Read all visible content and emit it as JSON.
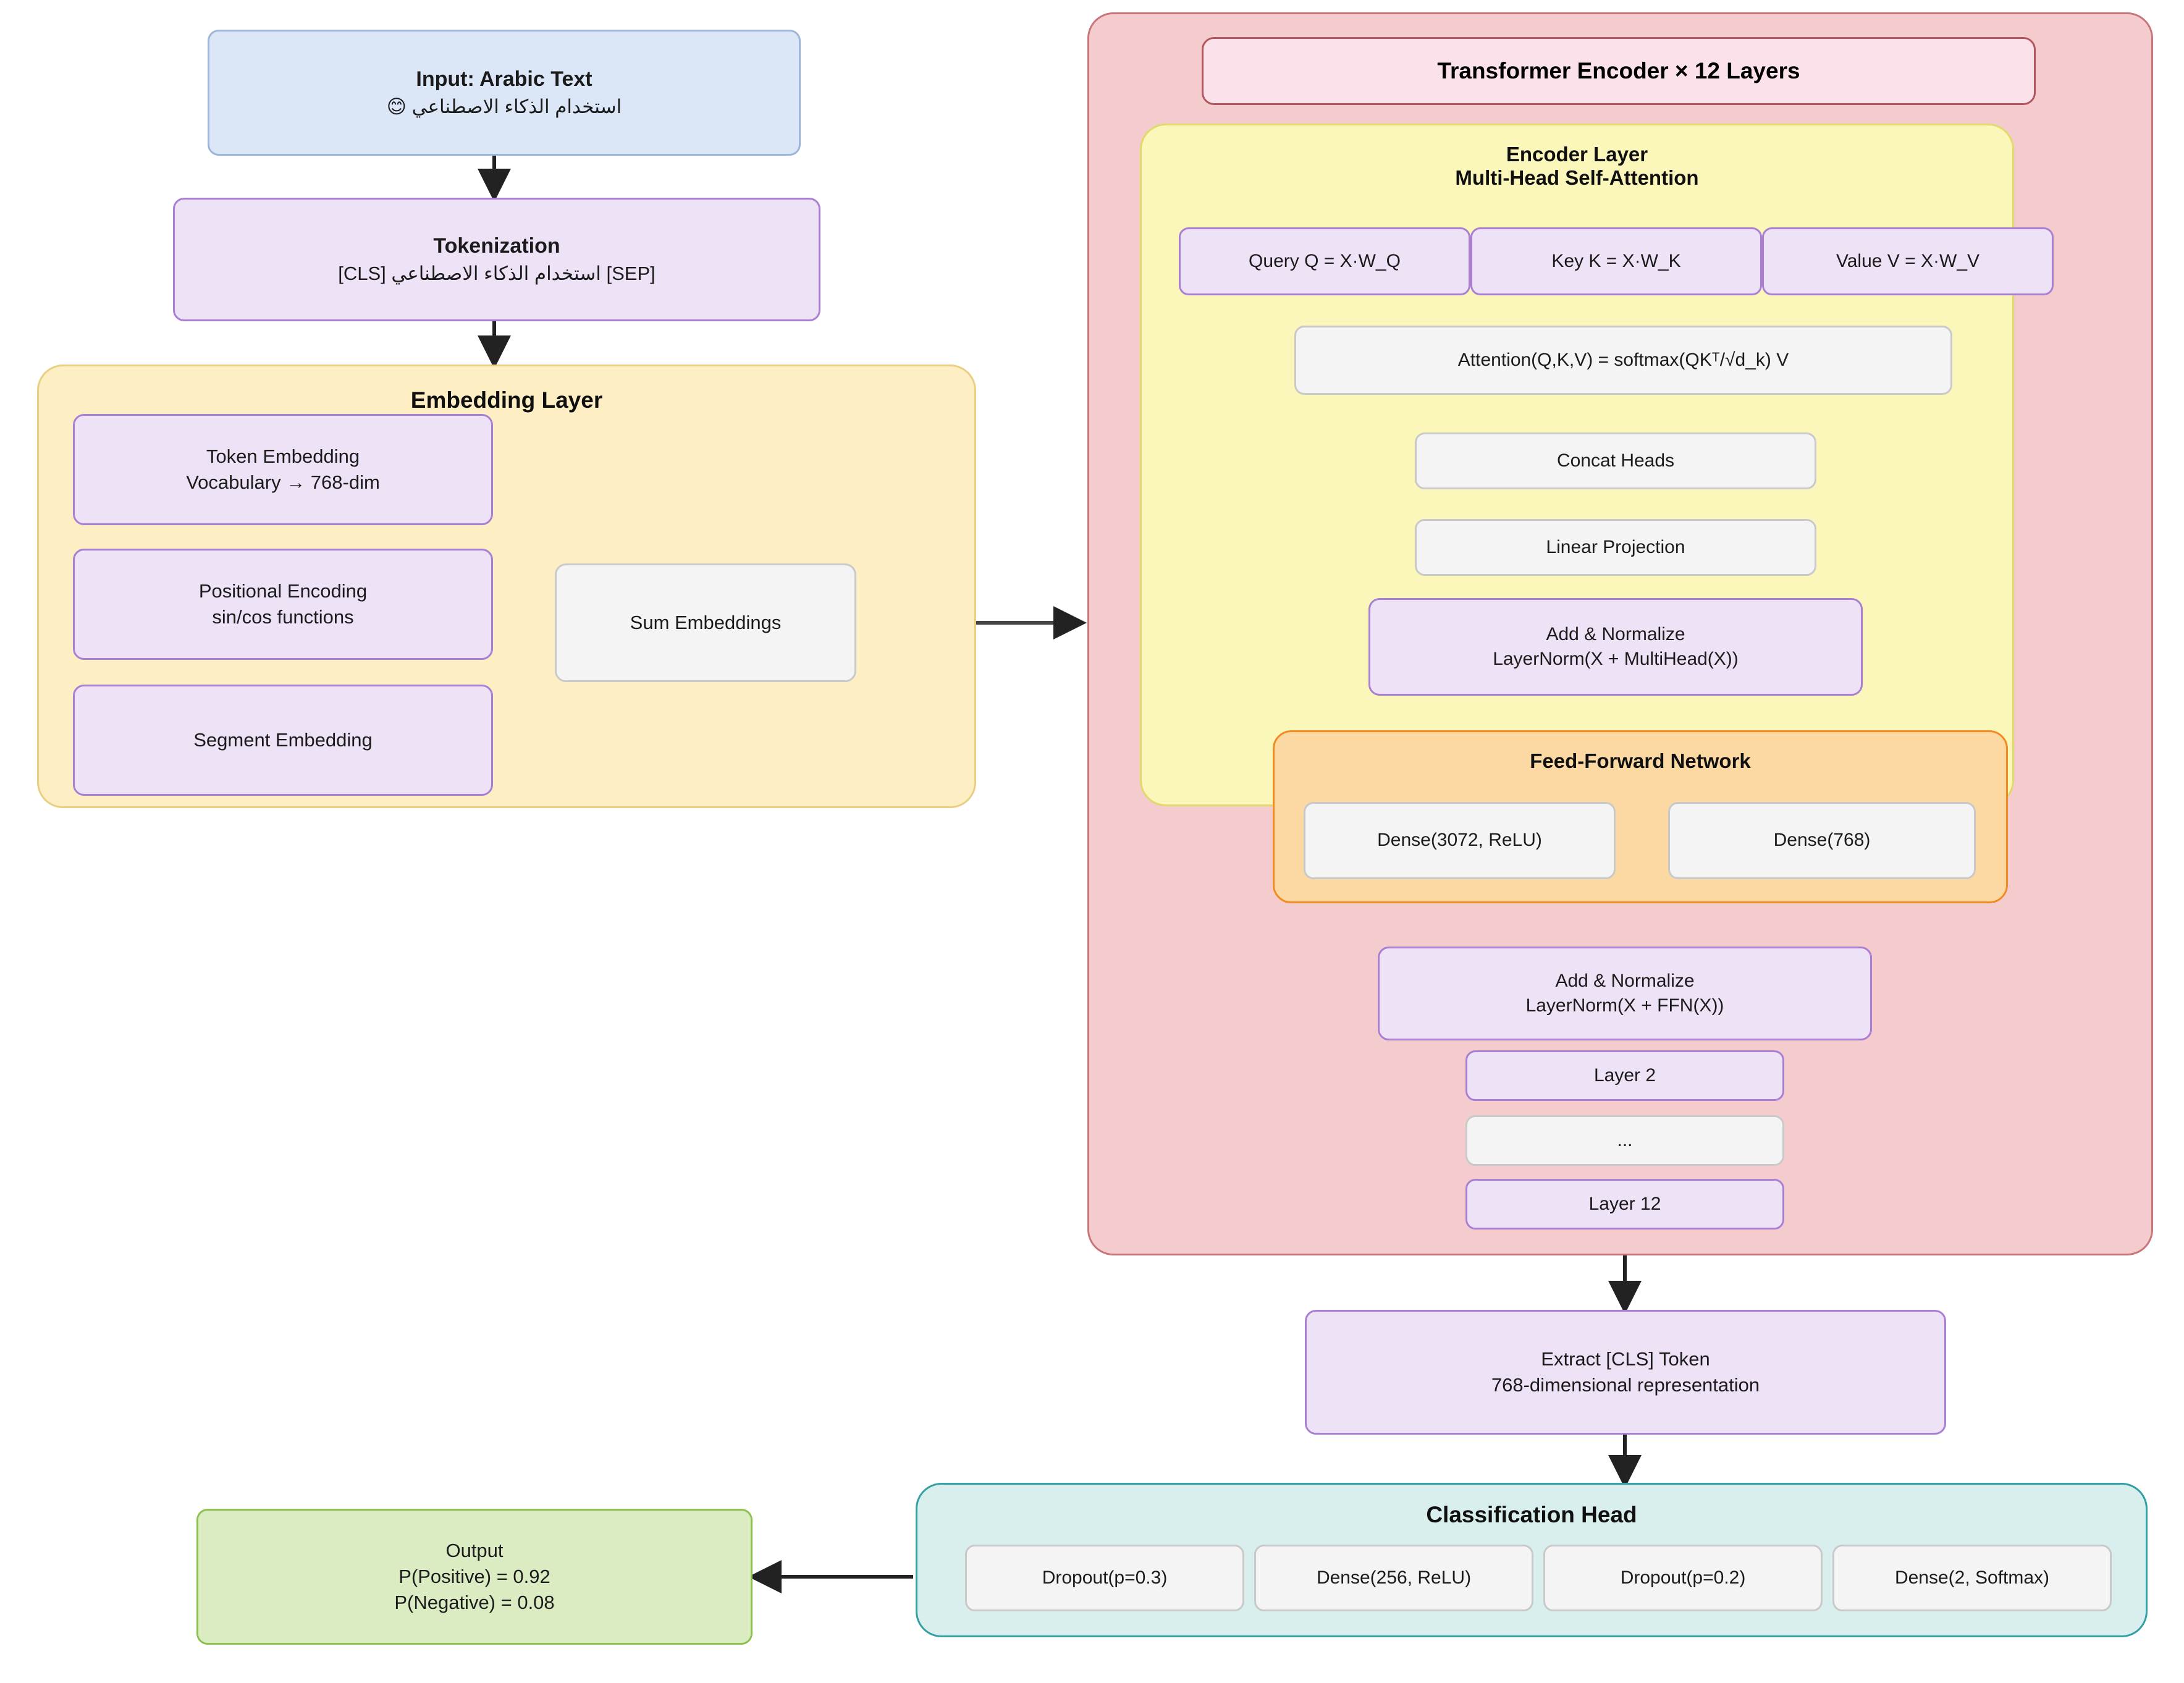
{
  "input": {
    "title": "Input: Arabic Text",
    "sample": "استخدام الذكاء الاصطناعي 😊"
  },
  "tokenization": {
    "title": "Tokenization",
    "tokens": "[CLS] استخدام الذكاء الاصطناعي [SEP]"
  },
  "embedding_layer": {
    "title": "Embedding Layer",
    "token_embedding": {
      "line1": "Token Embedding",
      "line2": "Vocabulary → 768-dim"
    },
    "positional_encoding": {
      "line1": "Positional Encoding",
      "line2": "sin/cos functions"
    },
    "segment_embedding": {
      "line1": "Segment Embedding"
    },
    "sum": "Sum Embeddings"
  },
  "encoder": {
    "header": "Transformer Encoder × 12 Layers",
    "layer": {
      "title_line1": "Encoder Layer",
      "title_line2": "Multi-Head Self-Attention",
      "qkv": [
        "Query Q = X·W_Q",
        "Key K = X·W_K",
        "Value V = X·W_V"
      ],
      "attention_formula": "Attention(Q,K,V) = softmax(QKᵀ/√d_k) V",
      "concat_heads": "Concat Heads",
      "linear_projection": "Linear Projection",
      "add_norm_attn": {
        "line1": "Add & Normalize",
        "line2": "LayerNorm(X + MultiHead(X))"
      },
      "ffn": {
        "title": "Feed-Forward Network",
        "dense1": "Dense(3072, ReLU)",
        "dense2": "Dense(768)"
      }
    },
    "add_norm_ffn": {
      "line1": "Add & Normalize",
      "line2": "LayerNorm(X + FFN(X))"
    },
    "stack": [
      "Layer 2",
      "...",
      "Layer 12"
    ]
  },
  "cls": {
    "line1": "Extract [CLS] Token",
    "line2": "768-dimensional representation"
  },
  "classification_head": {
    "title": "Classification Head",
    "steps": [
      "Dropout(p=0.3)",
      "Dense(256, ReLU)",
      "Dropout(p=0.2)",
      "Dense(2, Softmax)"
    ]
  },
  "output": {
    "line1": "Output",
    "line2": "P(Positive) = 0.92",
    "line3": "P(Negative) = 0.08"
  },
  "colors": {
    "input_fill": "#dbe6f7",
    "purple_fill": "#eee2f6",
    "purple_stroke": "#a97fd4",
    "embed_fill": "#fdeec4",
    "encoder_fill": "#f4ccce",
    "encoder_stroke": "#c9767b",
    "layer_fill": "#fbf6b9",
    "ffn_fill": "#fcd9a2",
    "ffn_stroke": "#ef8b20",
    "head_fill": "#d9efee",
    "head_stroke": "#34a0a4",
    "output_fill": "#dbecc2",
    "output_stroke": "#8cc152",
    "neutral_fill": "#f4f4f4",
    "edge": "#333333"
  }
}
